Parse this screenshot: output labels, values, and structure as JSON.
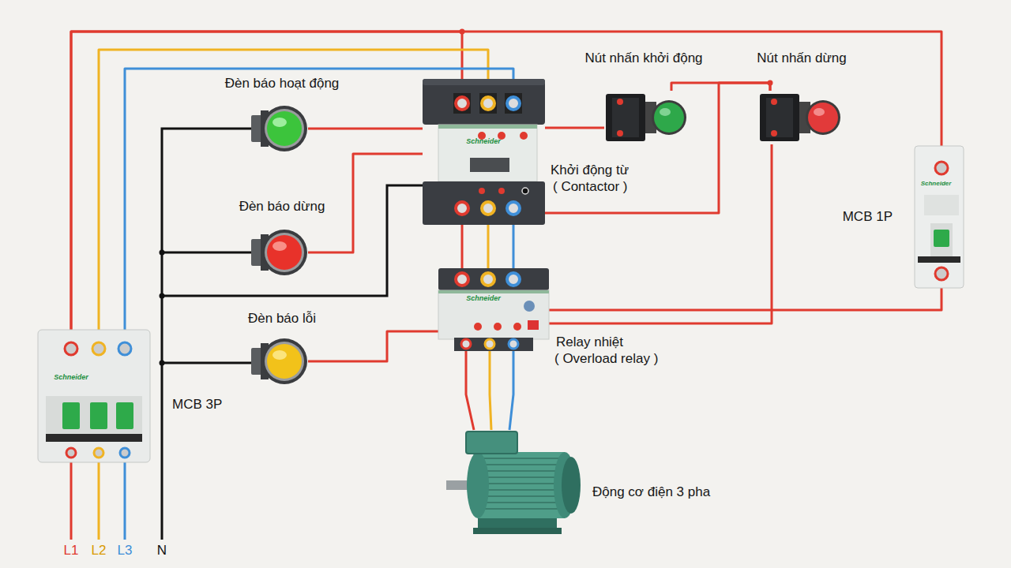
{
  "diagram": {
    "nodes": [
      {
        "text": [
          "Nút nhấn khởi động"
        ]
      },
      {
        "text": [
          "Nút nhấn dừng"
        ]
      },
      {
        "text": [
          "Đèn báo hoạt động"
        ]
      },
      {
        "text": [
          "Khởi động từ",
          "( Contactor )"
        ]
      },
      {
        "text": [
          "Đèn báo dừng"
        ]
      },
      {
        "text": [
          "MCB 1P"
        ]
      },
      {
        "text": [
          "Đèn báo lỗi"
        ]
      },
      {
        "text": [
          "Relay nhiệt",
          "( Overload relay )"
        ]
      },
      {
        "text": [
          "MCB 3P"
        ]
      },
      {
        "text": [
          "Động cơ điện 3 pha"
        ]
      }
    ],
    "edges": [
      {
        "from": 8,
        "to": 3,
        "arrow": "none"
      },
      {
        "from": 8,
        "to": 5,
        "arrow": "none"
      },
      {
        "from": 8,
        "to": 3,
        "arrow": "none"
      },
      {
        "from": 8,
        "to": 3,
        "arrow": "none"
      },
      {
        "from": 3,
        "to": 7,
        "arrow": "none"
      },
      {
        "from": 3,
        "to": 7,
        "arrow": "none"
      },
      {
        "from": 3,
        "to": 7,
        "arrow": "none"
      },
      {
        "from": 7,
        "to": 9,
        "arrow": "none"
      },
      {
        "from": 7,
        "to": 9,
        "arrow": "none"
      },
      {
        "from": 7,
        "to": 9,
        "arrow": "none"
      },
      {
        "from": 5,
        "to": 7,
        "arrow": "none"
      },
      {
        "from": 7,
        "to": 1,
        "arrow": "none"
      },
      {
        "from": 1,
        "to": 0,
        "arrow": "none"
      },
      {
        "from": 1,
        "to": 3,
        "arrow": "none"
      },
      {
        "from": 0,
        "to": 3,
        "arrow": "none"
      },
      {
        "from": 3,
        "to": 2,
        "arrow": "none"
      },
      {
        "from": 3,
        "to": 4,
        "arrow": "none"
      },
      {
        "from": 7,
        "to": 6,
        "arrow": "none"
      }
    ],
    "labels": [
      "Schneider",
      "Schneider",
      "Schneider",
      "Schneider",
      "L1",
      "L2",
      "L3",
      "N"
    ]
  }
}
